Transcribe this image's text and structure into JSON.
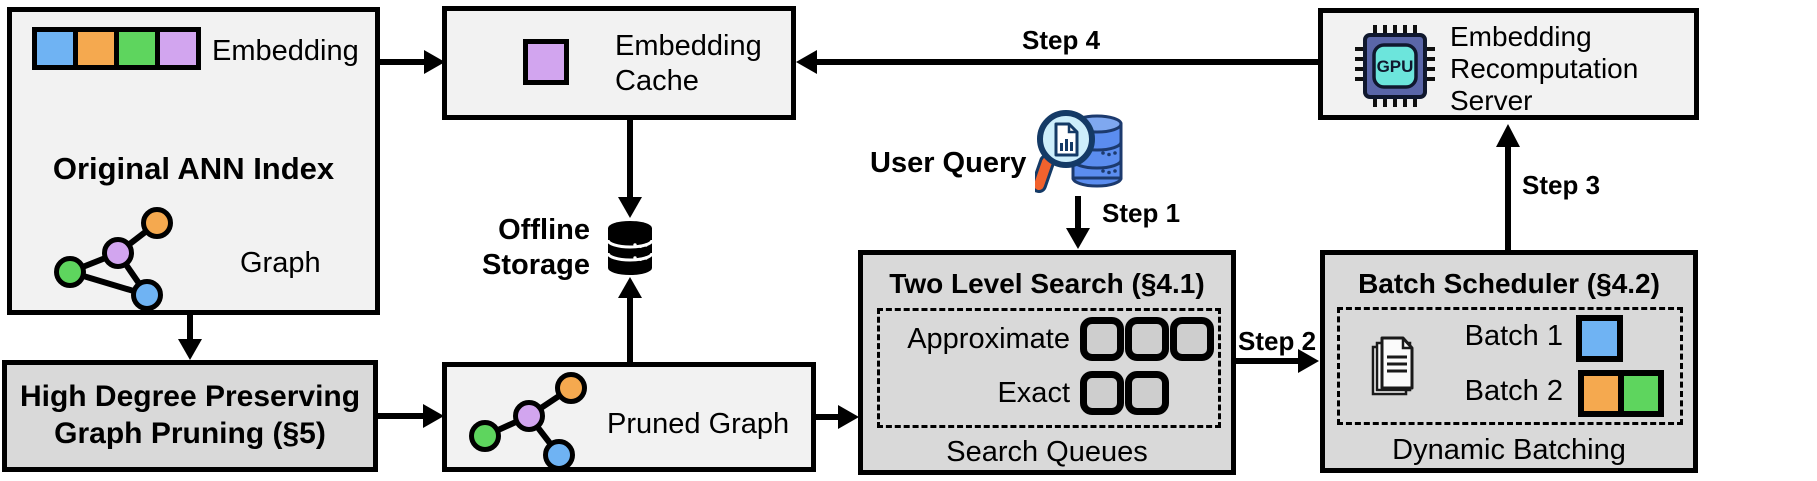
{
  "diagram": {
    "original_index": {
      "embedding_label": "Embedding",
      "title": "Original ANN Index",
      "graph_label": "Graph"
    },
    "pruning": {
      "line1": "High Degree Preserving",
      "line2": "Graph Pruning (§5)"
    },
    "cache": {
      "line1": "Embedding",
      "line2": "Cache"
    },
    "storage": {
      "line1": "Offline",
      "line2": "Storage"
    },
    "pruned_graph": {
      "label": "Pruned Graph"
    },
    "user_query": {
      "label": "User Query"
    },
    "steps": {
      "step1": "Step 1",
      "step2": "Step 2",
      "step3": "Step 3",
      "step4": "Step 4"
    },
    "two_level_search": {
      "title": "Two Level Search (§4.1)",
      "approximate_label": "Approximate",
      "exact_label": "Exact",
      "caption": "Search Queues",
      "approximate_queues": 3,
      "exact_queues": 2
    },
    "batch_scheduler": {
      "title": "Batch Scheduler (§4.2)",
      "batch1_label": "Batch 1",
      "batch2_label": "Batch 2",
      "caption": "Dynamic Batching"
    },
    "server": {
      "line1": "Embedding",
      "line2": "Recomputation",
      "line3": "Server",
      "gpu_label": "GPU"
    },
    "colors": {
      "blue": "#6fb3f3",
      "orange": "#f5a94f",
      "green": "#5ed55e",
      "purple": "#d2a5ef",
      "box_light": "#f2f2f2",
      "box_gray": "#d9d9d9",
      "queue_fill": "#cecece",
      "db_blue": "#5b8def",
      "chip_body": "#5a66a8",
      "chip_core": "#6ce5dc",
      "handle_orange": "#f2622d"
    }
  }
}
